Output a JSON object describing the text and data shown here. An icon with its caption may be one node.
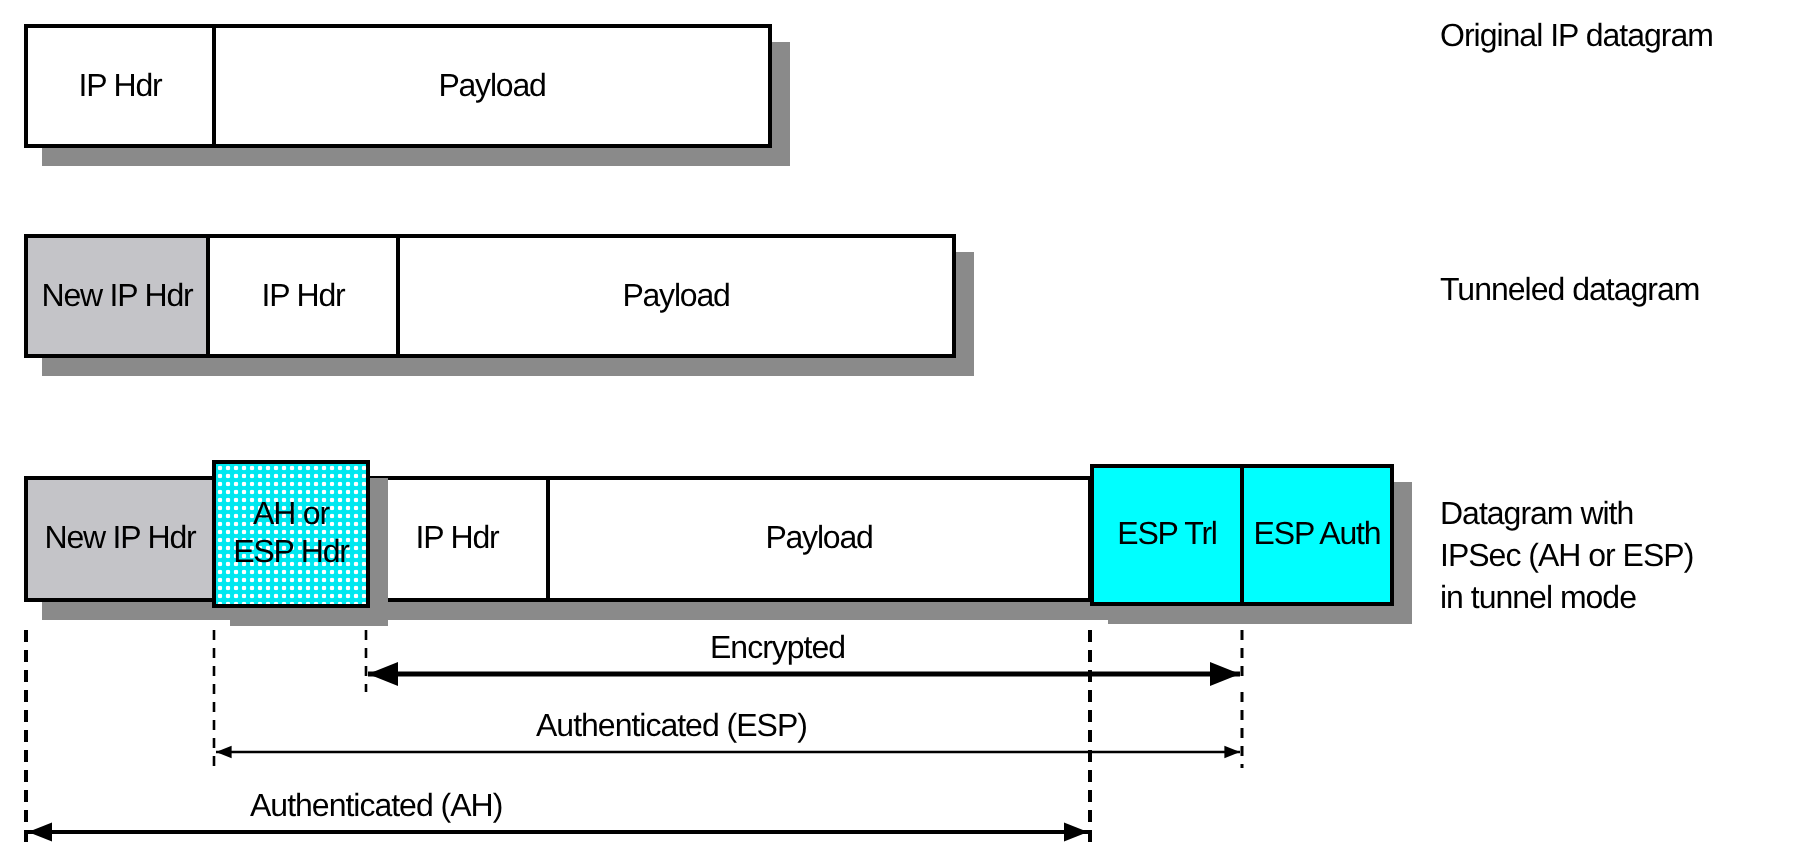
{
  "diagram": {
    "nodes": [
      {
        "text": [
          "IP Hdr"
        ]
      },
      {
        "text": [
          "Payload"
        ]
      },
      {
        "text": [
          "New IP Hdr"
        ]
      },
      {
        "text": [
          "IP Hdr"
        ]
      },
      {
        "text": [
          "Payload"
        ]
      },
      {
        "text": [
          "New IP Hdr"
        ]
      },
      {
        "text": [
          "AH or ESP Hdr"
        ]
      },
      {
        "text": [
          "IP Hdr"
        ]
      },
      {
        "text": [
          "Payload"
        ]
      },
      {
        "text": [
          "ESP Trl"
        ]
      },
      {
        "text": [
          "ESP Auth"
        ]
      }
    ],
    "labels": [
      "Original IP datagram",
      "Tunneled datagram",
      "Datagram with IPSec (AH or ESP) in tunnel mode",
      "Encrypted",
      "Authenticated (ESP)",
      "Authenticated (AH)"
    ]
  }
}
